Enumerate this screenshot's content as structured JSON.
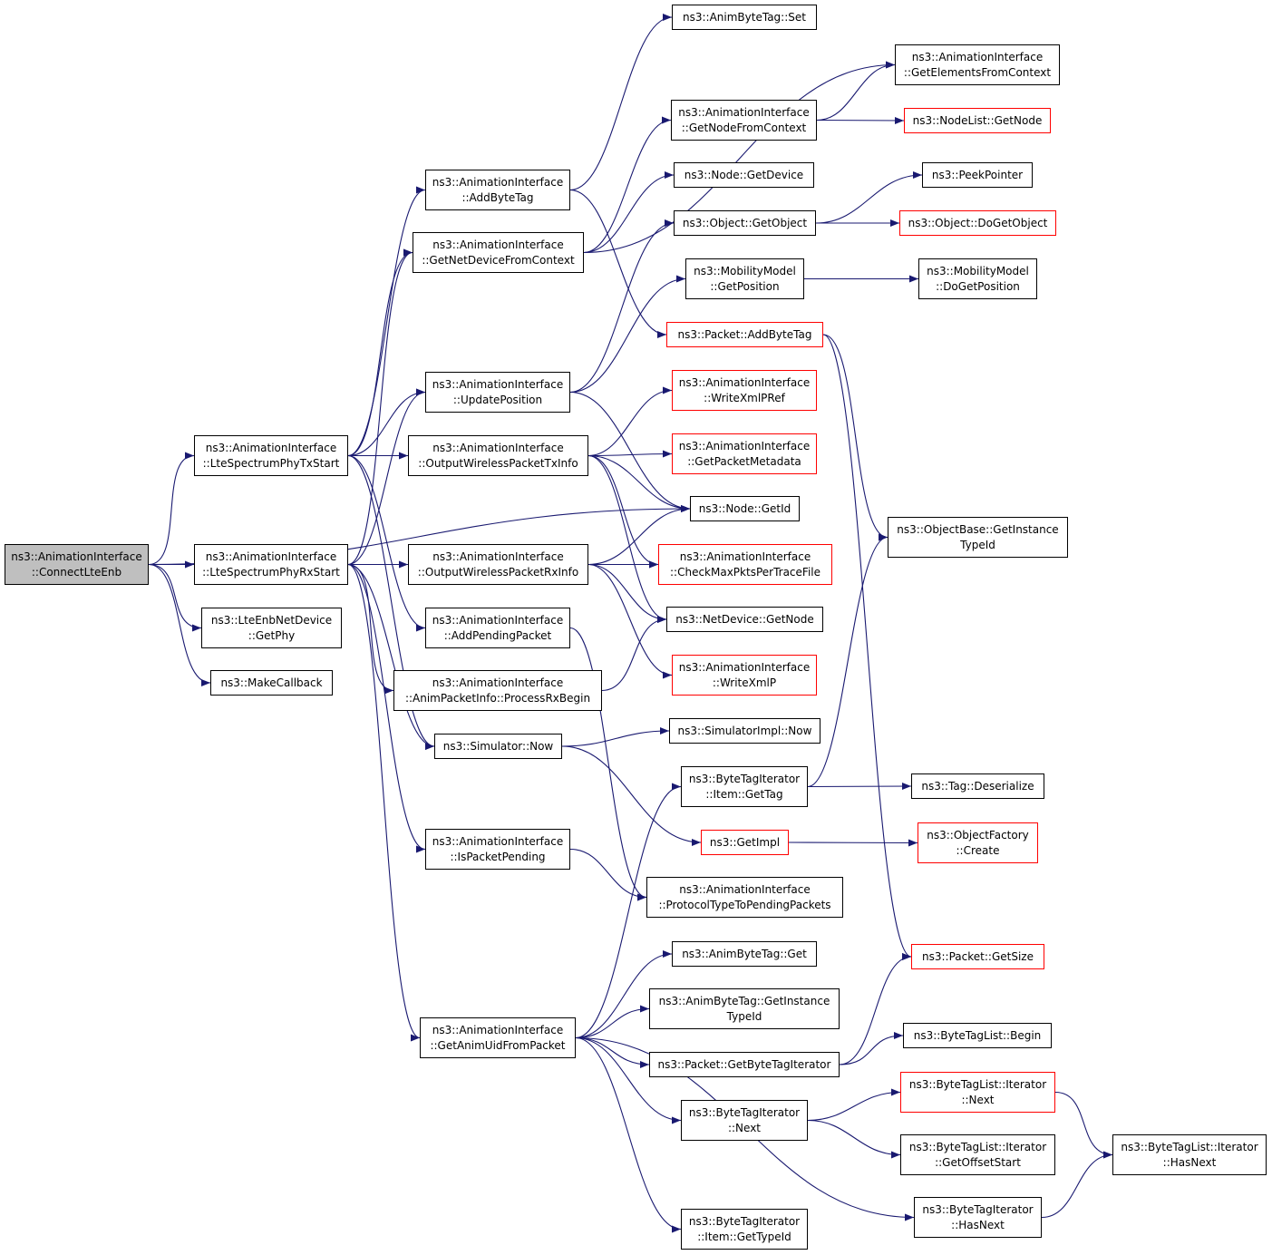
{
  "colors": {
    "edge": "#191970",
    "node_border": "#000000",
    "link_error_border": "#ff0000",
    "root_fill": "#bfbfbf"
  },
  "nodes": {
    "connectlteenb": {
      "lines": [
        "ns3::AnimationInterface",
        "::ConnectLteEnb"
      ],
      "root": true
    },
    "txstart": {
      "lines": [
        "ns3::AnimationInterface",
        "::LteSpectrumPhyTxStart"
      ]
    },
    "rxstart": {
      "lines": [
        "ns3::AnimationInterface",
        "::LteSpectrumPhyRxStart"
      ]
    },
    "getphy": {
      "lines": [
        "ns3::LteEnbNetDevice",
        "::GetPhy"
      ]
    },
    "makecallback": {
      "lines": [
        "ns3::MakeCallback"
      ]
    },
    "addbytetag": {
      "lines": [
        "ns3::AnimationInterface",
        "::AddByteTag"
      ]
    },
    "getnetdevice": {
      "lines": [
        "ns3::AnimationInterface",
        "::GetNetDeviceFromContext"
      ]
    },
    "updateposition": {
      "lines": [
        "ns3::AnimationInterface",
        "::UpdatePosition"
      ]
    },
    "txinfo": {
      "lines": [
        "ns3::AnimationInterface",
        "::OutputWirelessPacketTxInfo"
      ]
    },
    "rxinfo": {
      "lines": [
        "ns3::AnimationInterface",
        "::OutputWirelessPacketRxInfo"
      ]
    },
    "addpending": {
      "lines": [
        "ns3::AnimationInterface",
        "::AddPendingPacket"
      ]
    },
    "processrx": {
      "lines": [
        "ns3::AnimationInterface",
        "::AnimPacketInfo::ProcessRxBegin"
      ]
    },
    "simnow": {
      "lines": [
        "ns3::Simulator::Now"
      ]
    },
    "ispending": {
      "lines": [
        "ns3::AnimationInterface",
        "::IsPacketPending"
      ]
    },
    "getanimuid": {
      "lines": [
        "ns3::AnimationInterface",
        "::GetAnimUidFromPacket"
      ]
    },
    "abtset": {
      "lines": [
        "ns3::AnimByteTag::Set"
      ]
    },
    "getnodefromctx": {
      "lines": [
        "ns3::AnimationInterface",
        "::GetNodeFromContext"
      ]
    },
    "nodegetdevice": {
      "lines": [
        "ns3::Node::GetDevice"
      ]
    },
    "objgetobject": {
      "lines": [
        "ns3::Object::GetObject"
      ]
    },
    "mobgetpos": {
      "lines": [
        "ns3::MobilityModel",
        "::GetPosition"
      ]
    },
    "pktaddbytetag": {
      "lines": [
        "ns3::Packet::AddByteTag"
      ],
      "red": true
    },
    "writexmlpref": {
      "lines": [
        "ns3::AnimationInterface",
        "::WriteXmlPRef"
      ],
      "red": true
    },
    "getpktmeta": {
      "lines": [
        "ns3::AnimationInterface",
        "::GetPacketMetadata"
      ],
      "red": true
    },
    "nodegetid": {
      "lines": [
        "ns3::Node::GetId"
      ]
    },
    "checkmax": {
      "lines": [
        "ns3::AnimationInterface",
        "::CheckMaxPktsPerTraceFile"
      ],
      "red": true
    },
    "ndgetnode": {
      "lines": [
        "ns3::NetDevice::GetNode"
      ]
    },
    "writexmlp": {
      "lines": [
        "ns3::AnimationInterface",
        "::WriteXmlP"
      ],
      "red": true
    },
    "simimplnow": {
      "lines": [
        "ns3::SimulatorImpl::Now"
      ]
    },
    "btiitemgettag": {
      "lines": [
        "ns3::ByteTagIterator",
        "::Item::GetTag"
      ]
    },
    "getimpl": {
      "lines": [
        "ns3::GetImpl"
      ],
      "red": true
    },
    "prototype": {
      "lines": [
        "ns3::AnimationInterface",
        "::ProtocolTypeToPendingPackets"
      ]
    },
    "abtget": {
      "lines": [
        "ns3::AnimByteTag::Get"
      ]
    },
    "abtgettypeid": {
      "lines": [
        "ns3::AnimByteTag::GetInstance",
        "TypeId"
      ]
    },
    "pktgetbti": {
      "lines": [
        "ns3::Packet::GetByteTagIterator"
      ]
    },
    "btinext": {
      "lines": [
        "ns3::ByteTagIterator",
        "::Next"
      ]
    },
    "btiitemtypeid": {
      "lines": [
        "ns3::ByteTagIterator",
        "::Item::GetTypeId"
      ]
    },
    "getelements": {
      "lines": [
        "ns3::AnimationInterface",
        "::GetElementsFromContext"
      ]
    },
    "nodelistgetnode": {
      "lines": [
        "ns3::NodeList::GetNode"
      ],
      "red": true
    },
    "peekpointer": {
      "lines": [
        "ns3::PeekPointer"
      ]
    },
    "objdogetobject": {
      "lines": [
        "ns3::Object::DoGetObject"
      ],
      "red": true
    },
    "mobdogetpos": {
      "lines": [
        "ns3::MobilityModel",
        "::DoGetPosition"
      ]
    },
    "objbasetypeid": {
      "lines": [
        "ns3::ObjectBase::GetInstance",
        "TypeId"
      ]
    },
    "tagdeser": {
      "lines": [
        "ns3::Tag::Deserialize"
      ]
    },
    "objfactcreate": {
      "lines": [
        "ns3::ObjectFactory",
        "::Create"
      ],
      "red": true
    },
    "pktgetsize": {
      "lines": [
        "ns3::Packet::GetSize"
      ],
      "red": true
    },
    "btlbegin": {
      "lines": [
        "ns3::ByteTagList::Begin"
      ]
    },
    "btlitnext": {
      "lines": [
        "ns3::ByteTagList::Iterator",
        "::Next"
      ],
      "red": true
    },
    "btlitoffset": {
      "lines": [
        "ns3::ByteTagList::Iterator",
        "::GetOffsetStart"
      ]
    },
    "btihasnext": {
      "lines": [
        "ns3::ByteTagIterator",
        "::HasNext"
      ]
    },
    "btlithasnext": {
      "lines": [
        "ns3::ByteTagList::Iterator",
        "::HasNext"
      ]
    }
  },
  "edges": [
    [
      "connectlteenb",
      "txstart"
    ],
    [
      "connectlteenb",
      "rxstart"
    ],
    [
      "connectlteenb",
      "getphy"
    ],
    [
      "connectlteenb",
      "makecallback"
    ],
    [
      "connectlteenb",
      "nodegetid"
    ],
    [
      "txstart",
      "addbytetag"
    ],
    [
      "txstart",
      "getnetdevice"
    ],
    [
      "txstart",
      "updateposition"
    ],
    [
      "txstart",
      "txinfo"
    ],
    [
      "txstart",
      "addpending"
    ],
    [
      "txstart",
      "simnow"
    ],
    [
      "rxstart",
      "getnetdevice"
    ],
    [
      "rxstart",
      "updateposition"
    ],
    [
      "rxstart",
      "rxinfo"
    ],
    [
      "rxstart",
      "processrx"
    ],
    [
      "rxstart",
      "simnow"
    ],
    [
      "rxstart",
      "ispending"
    ],
    [
      "rxstart",
      "getanimuid"
    ],
    [
      "addbytetag",
      "abtset"
    ],
    [
      "addbytetag",
      "pktaddbytetag"
    ],
    [
      "getnetdevice",
      "getelements"
    ],
    [
      "getnetdevice",
      "getnodefromctx"
    ],
    [
      "getnetdevice",
      "nodegetdevice"
    ],
    [
      "getnodefromctx",
      "getelements"
    ],
    [
      "getnodefromctx",
      "nodelistgetnode"
    ],
    [
      "updateposition",
      "objgetobject"
    ],
    [
      "updateposition",
      "mobgetpos"
    ],
    [
      "updateposition",
      "nodegetid"
    ],
    [
      "objgetobject",
      "peekpointer"
    ],
    [
      "objgetobject",
      "objdogetobject"
    ],
    [
      "mobgetpos",
      "mobdogetpos"
    ],
    [
      "pktaddbytetag",
      "objbasetypeid"
    ],
    [
      "pktaddbytetag",
      "pktgetsize"
    ],
    [
      "txinfo",
      "writexmlpref"
    ],
    [
      "txinfo",
      "getpktmeta"
    ],
    [
      "txinfo",
      "nodegetid"
    ],
    [
      "txinfo",
      "checkmax"
    ],
    [
      "txinfo",
      "ndgetnode"
    ],
    [
      "rxinfo",
      "nodegetid"
    ],
    [
      "rxinfo",
      "checkmax"
    ],
    [
      "rxinfo",
      "ndgetnode"
    ],
    [
      "rxinfo",
      "writexmlp"
    ],
    [
      "addpending",
      "prototype"
    ],
    [
      "processrx",
      "ndgetnode"
    ],
    [
      "simnow",
      "simimplnow"
    ],
    [
      "simnow",
      "getimpl"
    ],
    [
      "getimpl",
      "objfactcreate"
    ],
    [
      "ispending",
      "prototype"
    ],
    [
      "getanimuid",
      "btiitemgettag"
    ],
    [
      "getanimuid",
      "abtget"
    ],
    [
      "getanimuid",
      "abtgettypeid"
    ],
    [
      "getanimuid",
      "pktgetbti"
    ],
    [
      "getanimuid",
      "btinext"
    ],
    [
      "getanimuid",
      "btiitemtypeid"
    ],
    [
      "getanimuid",
      "btihasnext"
    ],
    [
      "btiitemgettag",
      "objbasetypeid"
    ],
    [
      "btiitemgettag",
      "tagdeser"
    ],
    [
      "pktgetbti",
      "pktgetsize"
    ],
    [
      "pktgetbti",
      "btlbegin"
    ],
    [
      "btinext",
      "btlitnext"
    ],
    [
      "btinext",
      "btlitoffset"
    ],
    [
      "btlitnext",
      "btlithasnext"
    ],
    [
      "btihasnext",
      "btlithasnext"
    ]
  ]
}
